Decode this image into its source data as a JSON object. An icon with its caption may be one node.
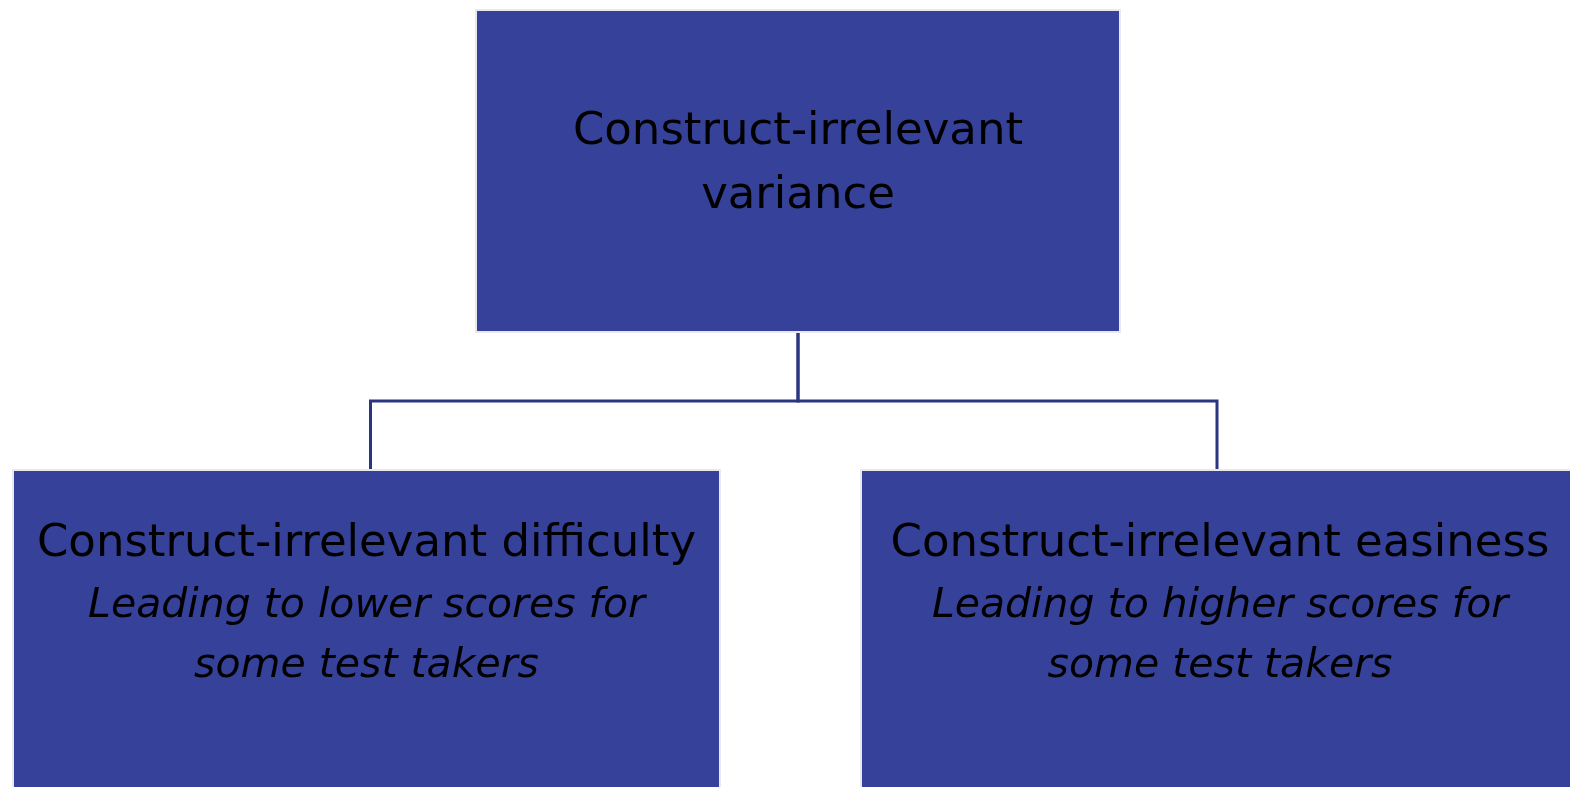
{
  "diagram": {
    "nodes": [
      {
        "text": [
          "Construct-irrelevant variance"
        ]
      },
      {
        "text": [
          "Construct-irrelevant difficulty",
          "Leading to lower scores for some test takers"
        ]
      },
      {
        "text": [
          "Construct-irrelevant easiness",
          "Leading to higher scores for some test takers"
        ]
      }
    ],
    "edges": [
      {
        "from": 0,
        "to": 1,
        "arrow": "none"
      },
      {
        "from": 0,
        "to": 2,
        "arrow": "none"
      }
    ]
  }
}
